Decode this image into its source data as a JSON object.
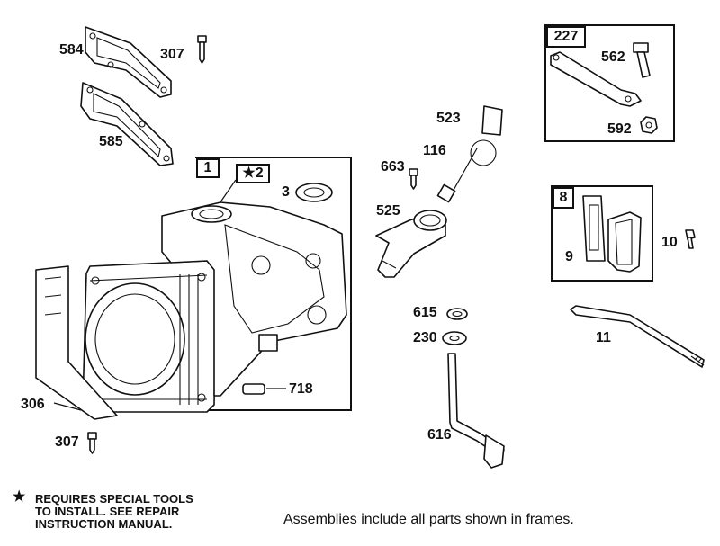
{
  "callouts": {
    "p584": "584",
    "p307_top": "307",
    "p585": "585",
    "p1": "1",
    "p2": "★2",
    "p3": "3",
    "p306": "306",
    "p307_bottom": "307",
    "p718": "718",
    "p523": "523",
    "p116": "116",
    "p663": "663",
    "p525": "525",
    "p615": "615",
    "p230": "230",
    "p616": "616",
    "p227": "227",
    "p562": "562",
    "p592": "592",
    "p8": "8",
    "p9": "9",
    "p10": "10",
    "p11": "11"
  },
  "notes": {
    "star": "★",
    "tools_line1": "REQUIRES SPECIAL TOOLS",
    "tools_line2": "TO INSTALL.  SEE REPAIR",
    "tools_line3": "INSTRUCTION MANUAL.",
    "assemblies": "Assemblies include all parts shown in frames."
  }
}
